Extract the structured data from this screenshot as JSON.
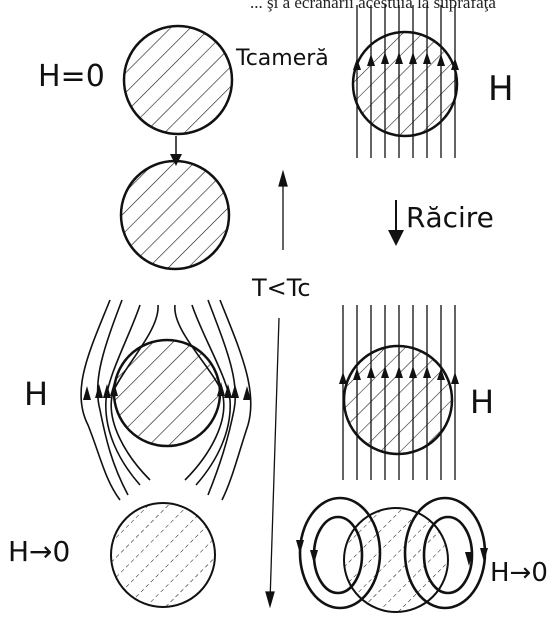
{
  "top_text": "... şi a ecranării acestuia la suprafaţa",
  "labels": {
    "h_zero": "H=0",
    "t_camera": "Tcameră",
    "h_right_top": "H",
    "racire": "Răcire",
    "t_lt_tc": "T<Tc",
    "h_left_mid": "H",
    "h_right_mid": "H",
    "h_to_zero_left": "H→0",
    "h_to_zero_right": "H→0"
  },
  "colors": {
    "ink": "#111111",
    "background": "#ffffff"
  }
}
